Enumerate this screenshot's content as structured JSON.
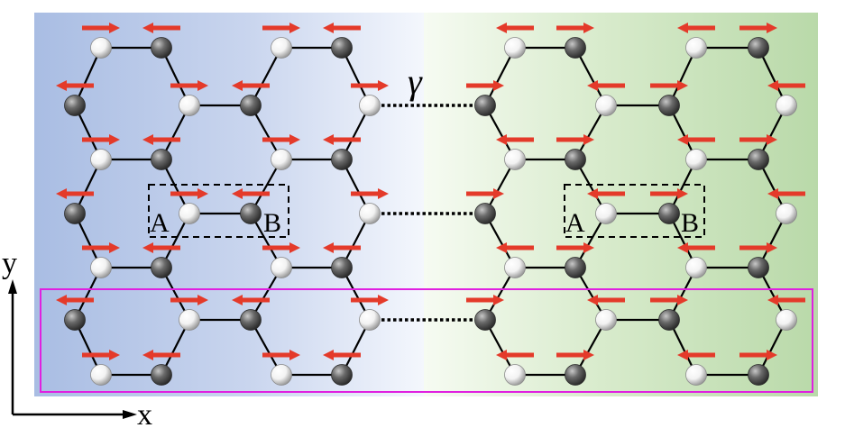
{
  "labels": {
    "gamma": "γ",
    "site_a": "A",
    "site_b": "B",
    "axis_x": "x",
    "axis_y": "y"
  },
  "colors": {
    "left_bg": "#a9bde3",
    "right_bg": "#b9d9a9",
    "bond": "#000000",
    "arrow": "#e43a2a",
    "highlight_box": "#e020e0",
    "atom_white": "#ffffff",
    "atom_gray": "#5a5a5a"
  },
  "structure": {
    "lattice": "honeycomb",
    "flakes": 2,
    "interflake_bonds": 3,
    "unit_cell_boxes": 2,
    "highlighted_rows": 1
  },
  "icons": {
    "moment": "arrow-icon",
    "atom": "sphere-icon"
  }
}
